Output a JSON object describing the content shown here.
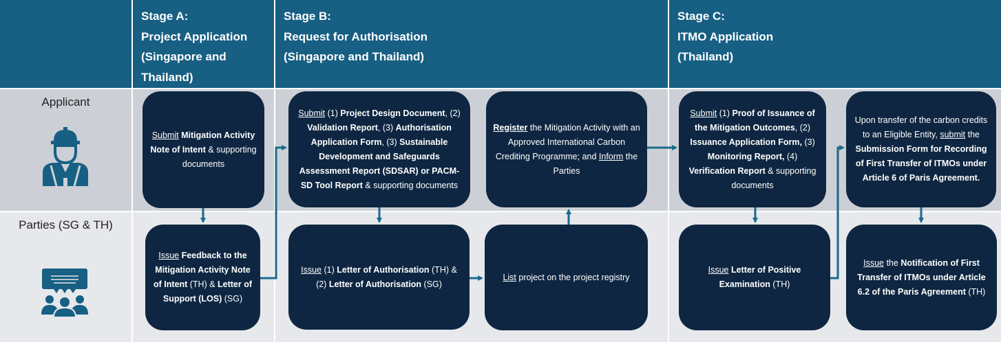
{
  "header": {
    "stages": [
      {
        "lines": [
          "Stage A:",
          "Project Application",
          "(Singapore  and",
          "Thailand)"
        ]
      },
      {
        "lines": [
          "Stage B:",
          "Request for Authorisation",
          "(Singapore and Thailand)"
        ]
      },
      {
        "lines": [
          "Stage C:",
          "ITMO Application",
          "(Thailand)"
        ]
      }
    ]
  },
  "rows": {
    "applicant": "Applicant",
    "parties": "Parties (SG & TH)"
  },
  "icons": {
    "applicant": "worker-icon",
    "parties": "group-discussion-icon"
  },
  "colors": {
    "header": "#175f83",
    "box": "#0e2641",
    "arrow": "#1a6a8c",
    "row1": "#ccd0d6",
    "row2": "#e6e8eb"
  },
  "boxes": {
    "a1": [
      [
        "u",
        "Submit"
      ],
      [
        "n",
        " "
      ],
      [
        "b",
        "Mitigation Activity Note of Intent"
      ],
      [
        "n",
        " & supporting documents"
      ]
    ],
    "a2": [
      [
        "u",
        "Issue"
      ],
      [
        "n",
        " "
      ],
      [
        "b",
        "Feedback to the Mitigation Activity Note of Intent"
      ],
      [
        "n",
        " (TH) & "
      ],
      [
        "b",
        "Letter of Support (LOS)"
      ],
      [
        "n",
        " (SG)"
      ]
    ],
    "b1": [
      [
        "u",
        "Submit"
      ],
      [
        "n",
        " (1) "
      ],
      [
        "b",
        "Project Design Document"
      ],
      [
        "n",
        ",  (2) "
      ],
      [
        "b",
        "Validation Report"
      ],
      [
        "n",
        ", (3) "
      ],
      [
        "b",
        "Authorisation Application Form"
      ],
      [
        "n",
        ", (3) "
      ],
      [
        "b",
        "Sustainable Development and Safeguards Assessment Report (SDSAR) or PACM-SD Tool Report"
      ],
      [
        "n",
        " & supporting documents"
      ]
    ],
    "b2": [
      [
        "u",
        "Issue"
      ],
      [
        "n",
        " (1) "
      ],
      [
        "b",
        "Letter of Authorisation"
      ],
      [
        "n",
        " (TH) & (2) "
      ],
      [
        "b",
        "Letter of Authorisation"
      ],
      [
        "n",
        " (SG)"
      ]
    ],
    "b3": [
      [
        "bu",
        "Register"
      ],
      [
        "n",
        " the Mitigation Activity with an Approved International Carbon Crediting Programme; and "
      ],
      [
        "u",
        "Inform"
      ],
      [
        "n",
        " the Parties"
      ]
    ],
    "b4": [
      [
        "u",
        "List"
      ],
      [
        "n",
        " project on the project registry"
      ]
    ],
    "c1": [
      [
        "u",
        "Submit"
      ],
      [
        "n",
        " (1) "
      ],
      [
        "b",
        "Proof of Issuance of the Mitigation Outcomes"
      ],
      [
        "n",
        ", (2) "
      ],
      [
        "b",
        "Issuance Application Form,"
      ],
      [
        "n",
        " (3) "
      ],
      [
        "b",
        "Monitoring Report,"
      ],
      [
        "n",
        " (4) "
      ],
      [
        "b",
        "Verification Report"
      ],
      [
        "n",
        " & supporting documents"
      ]
    ],
    "c2": [
      [
        "u",
        "Issue"
      ],
      [
        "n",
        " "
      ],
      [
        "b",
        "Letter of Positive Examination"
      ],
      [
        "n",
        " (TH)"
      ]
    ],
    "c3": [
      [
        "n",
        "Upon transfer of the carbon credits to an Eligible Entity, "
      ],
      [
        "u",
        "submit"
      ],
      [
        "n",
        " the "
      ],
      [
        "b",
        "Submission Form for Recording of First Transfer of ITMOs under Article 6 of Paris Agreement."
      ]
    ],
    "c4": [
      [
        "u",
        "Issue"
      ],
      [
        "n",
        " the "
      ],
      [
        "b",
        "Notification of First Transfer of ITMOs under Article 6.2 of the Paris Agreement"
      ],
      [
        "n",
        " (TH)"
      ]
    ]
  }
}
